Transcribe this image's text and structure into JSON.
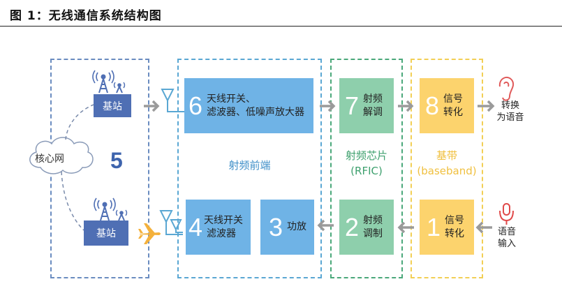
{
  "figure": {
    "title": "图 1：无线通信系统结构图"
  },
  "groups": {
    "core": {
      "number": "5",
      "cloud_label": "核心网"
    },
    "rf_frontend": {
      "label": "射频前端"
    },
    "rfic": {
      "label_line1": "射频芯片",
      "label_line2": "(RFIC)"
    },
    "baseband": {
      "label_line1": "基带",
      "label_line2": "(baseband)"
    }
  },
  "stations": {
    "top": "基站",
    "bottom": "基站"
  },
  "blocks": [
    {
      "id": "6",
      "lines": [
        "天线开关、",
        "滤波器、低噪声放大器"
      ]
    },
    {
      "id": "7",
      "lines": [
        "射频",
        "解调"
      ]
    },
    {
      "id": "8",
      "lines": [
        "信号",
        "转化"
      ]
    },
    {
      "id": "4",
      "lines": [
        "天线开关",
        "滤波器"
      ]
    },
    {
      "id": "3",
      "lines": [
        "功放"
      ]
    },
    {
      "id": "2",
      "lines": [
        "射频",
        "调制"
      ]
    },
    {
      "id": "1",
      "lines": [
        "信号",
        "转化"
      ]
    }
  ],
  "endpoints": {
    "output": {
      "lines": [
        "转换",
        "为语音"
      ],
      "icon": "ear-icon"
    },
    "input": {
      "lines": [
        "语音",
        "输入"
      ],
      "icon": "microphone-icon"
    }
  },
  "colors": {
    "core_border": "#6a8cc0",
    "rffe_border": "#5aa7d3",
    "rfic_border": "#4aa87a",
    "baseband_border": "#f2cf55",
    "rffe_block": "#6fb3e6",
    "rfic_block": "#8ecfac",
    "baseband_block": "#fcd36d",
    "station": "#4f6fb4",
    "arrow": "#9a9a9a",
    "airplane": "#f4b13c",
    "ear": "#e05a5a",
    "mic": "#e04a4a"
  }
}
